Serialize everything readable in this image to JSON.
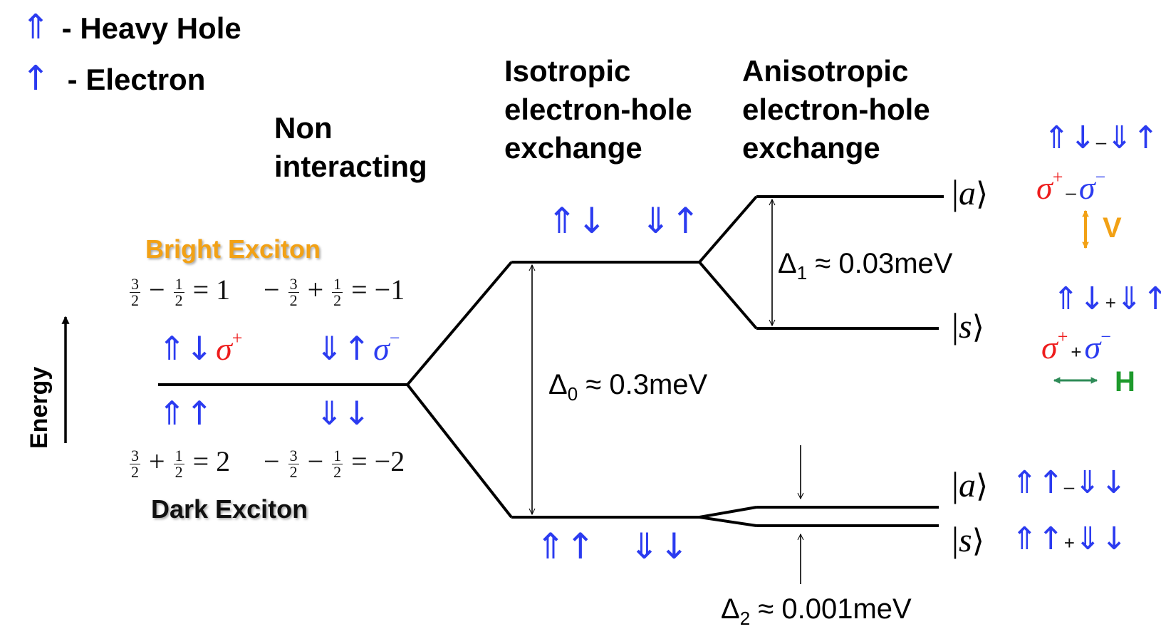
{
  "legend": {
    "heavy_hole_label": "- Heavy Hole",
    "electron_label": "- Electron"
  },
  "headers": {
    "non_interacting": [
      "Non",
      "interacting"
    ],
    "isotropic": [
      "Isotropic",
      "electron-hole",
      "exchange"
    ],
    "anisotropic": [
      "Anisotropic",
      "electron-hole",
      "exchange"
    ]
  },
  "axis": {
    "energy_label": "Energy"
  },
  "bright": {
    "title": "Bright Exciton",
    "eq_left_tail": "= 1",
    "eq_right_tail": "= −1",
    "sigma": "σ",
    "plus": "+",
    "minus": "−"
  },
  "dark": {
    "title": "Dark Exciton",
    "eq_left_tail": "= 2",
    "eq_right_tail": "= −2"
  },
  "fractions": {
    "three_halves_num": "3",
    "three_halves_den": "2",
    "half_num": "1",
    "half_den": "2"
  },
  "splittings": {
    "delta0_symbol": "Δ",
    "delta0_sub": "0",
    "delta0_value": "≈ 0.3meV",
    "delta1_symbol": "Δ",
    "delta1_sub": "1",
    "delta1_value": "≈ 0.03meV",
    "delta2_symbol": "Δ",
    "delta2_sub": "2",
    "delta2_value": "≈ 0.001meV"
  },
  "states": {
    "a": "a",
    "s": "s",
    "plus_sep": "+",
    "minus_sep": "–"
  },
  "polarization": {
    "vertical": "V",
    "horizontal": "H"
  },
  "colors": {
    "blue": "#2b3bf0",
    "red": "#ee1c1c",
    "orange": "#f2a115",
    "green": "#1e9a2c",
    "black": "#000000"
  },
  "icons": {
    "heavy_hole": "double-up-arrow-icon",
    "electron": "single-up-arrow-icon"
  }
}
